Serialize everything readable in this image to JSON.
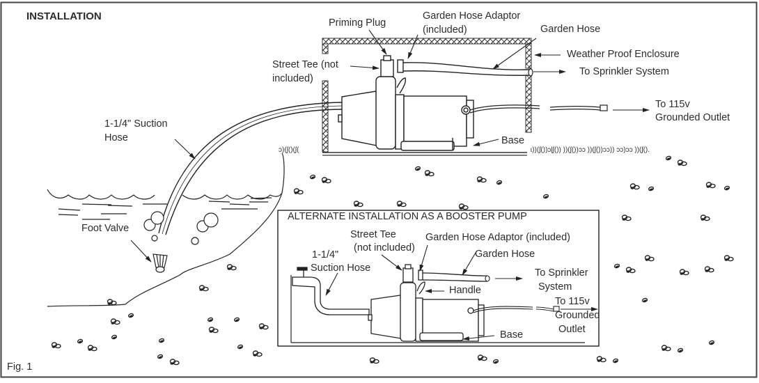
{
  "figure": {
    "title": "INSTALLATION",
    "caption": "Fig. 1"
  },
  "main_installation": {
    "labels": {
      "priming_plug": "Priming Plug",
      "garden_hose_adaptor_line1": "Garden Hose Adaptor",
      "garden_hose_adaptor_line2": "(included)",
      "garden_hose": "Garden Hose",
      "weather_proof_enclosure": "Weather Proof Enclosure",
      "to_sprinkler_system": "To Sprinkler System",
      "street_tee_line1": "Street Tee (not",
      "street_tee_line2": "included)",
      "to_outlet_line1": "To 115v",
      "to_outlet_line2": "Grounded Outlet",
      "suction_hose_line1": "1-1/4\" Suction",
      "suction_hose_line2": "Hose",
      "base": "Base",
      "foot_valve": "Foot Valve"
    }
  },
  "alternate_installation": {
    "title": "ALTERNATE INSTALLATION AS A BOOSTER PUMP",
    "labels": {
      "street_tee_line1": "Street Tee",
      "street_tee_line2": "(not included)",
      "garden_hose_adaptor": "Garden Hose Adaptor (included)",
      "garden_hose": "Garden Hose",
      "suction_hose_line1": "1-1/4\"",
      "suction_hose_line2": "Suction Hose",
      "to_sprinkler_line1": "To Sprinkler",
      "to_sprinkler_line2": "System",
      "handle": "Handle",
      "to_outlet_line1": "To 115v",
      "to_outlet_line2": "Grounded",
      "to_outlet_line3": "Outlet",
      "base": "Base"
    }
  },
  "colors": {
    "ink": "#2a2a2a",
    "background": "#ffffff"
  }
}
